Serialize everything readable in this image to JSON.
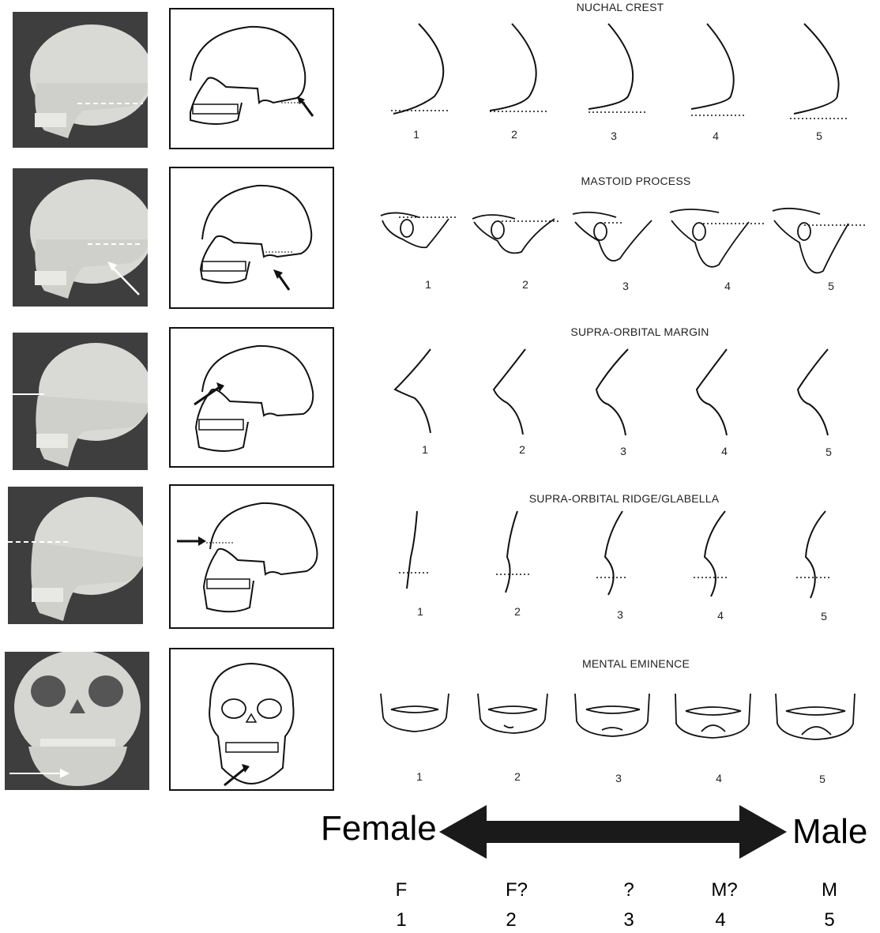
{
  "rows": [
    {
      "title": "NUCHAL CREST",
      "scores": [
        "1",
        "2",
        "3",
        "4",
        "5"
      ]
    },
    {
      "title": "MASTOID PROCESS",
      "scores": [
        "1",
        "2",
        "3",
        "4",
        "5"
      ]
    },
    {
      "title": "SUPRA-ORBITAL MARGIN",
      "scores": [
        "1",
        "2",
        "3",
        "4",
        "5"
      ]
    },
    {
      "title": "SUPRA-ORBITAL RIDGE/GLABELLA",
      "scores": [
        "1",
        "2",
        "3",
        "4",
        "5"
      ]
    },
    {
      "title": "MENTAL EMINENCE",
      "scores": [
        "1",
        "2",
        "3",
        "4",
        "5"
      ]
    }
  ],
  "axis": {
    "left_label": "Female",
    "right_label": "Male"
  },
  "scale": {
    "letters": [
      "F",
      "F?",
      "?",
      "M?",
      "M"
    ],
    "numbers": [
      "1",
      "2",
      "3",
      "4",
      "5"
    ]
  }
}
